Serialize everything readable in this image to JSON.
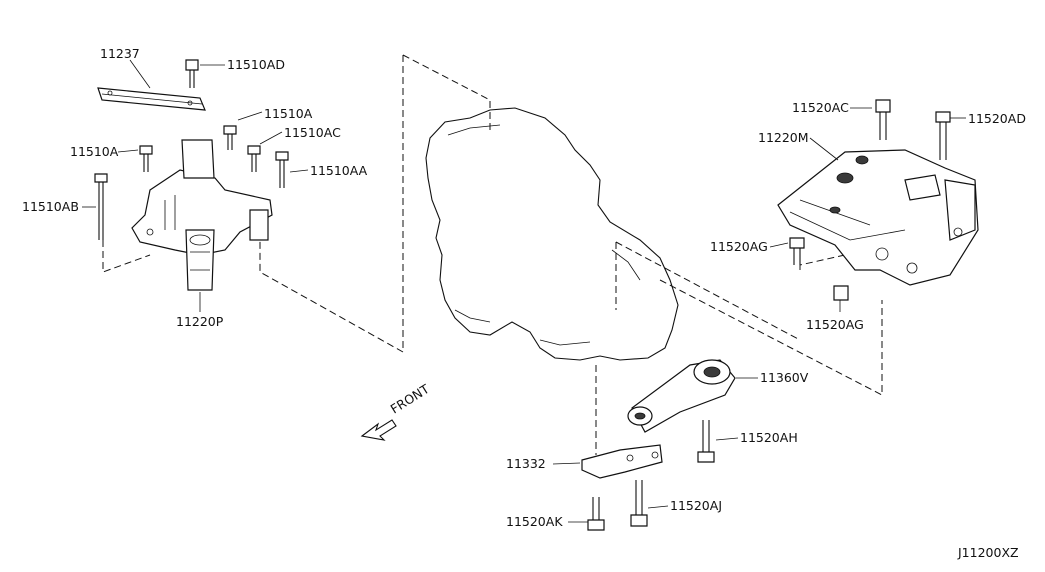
{
  "labels": {
    "p11237": "11237",
    "p11510AD": "11510AD",
    "p11510A_top": "11510A",
    "p11510AC_left": "11510AC",
    "p11510A_left": "11510A",
    "p11510AA": "11510AA",
    "p11510AB": "11510AB",
    "p11220P": "11220P",
    "p11520AC": "11520AC",
    "p11520AD": "11520AD",
    "p11220M": "11220M",
    "p11520AG_top": "11520AG",
    "p11520AG_bottom": "11520AG",
    "p11360V": "11360V",
    "p11520AH": "11520AH",
    "p11332": "11332",
    "p11520AK": "11520AK",
    "p11520AJ": "11520AJ",
    "front": "FRONT",
    "diagram_code": "J11200XZ"
  }
}
